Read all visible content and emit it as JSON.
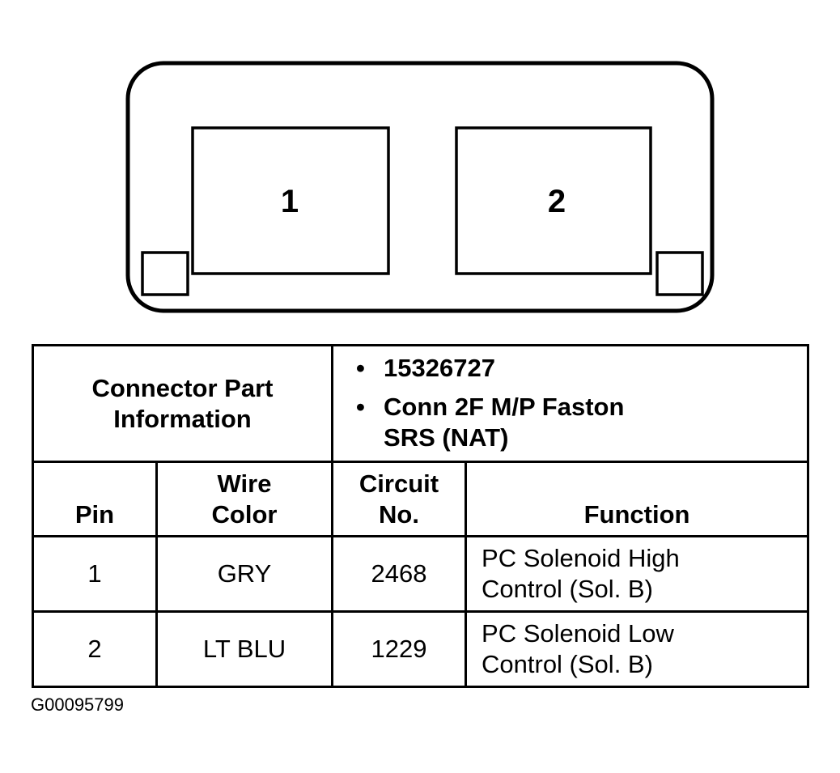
{
  "connector": {
    "cavity_1": "1",
    "cavity_2": "2"
  },
  "part_info": {
    "label_line1": "Connector Part",
    "label_line2": "Information",
    "bullet": "•",
    "part_number": "15326727",
    "description_line1": "Conn 2F M/P Faston",
    "description_line2": "SRS (NAT)"
  },
  "columns": {
    "pin": "Pin",
    "wire_line1": "Wire",
    "wire_line2": "Color",
    "circuit_line1": "Circuit",
    "circuit_line2": "No.",
    "function": "Function"
  },
  "rows": [
    {
      "pin": "1",
      "wire_color": "GRY",
      "circuit": "2468",
      "function_line1": "PC Solenoid High",
      "function_line2": "Control (Sol. B)"
    },
    {
      "pin": "2",
      "wire_color": "LT BLU",
      "circuit": "1229",
      "function_line1": "PC Solenoid Low",
      "function_line2": "Control (Sol. B)"
    }
  ],
  "figure_id": "G00095799"
}
